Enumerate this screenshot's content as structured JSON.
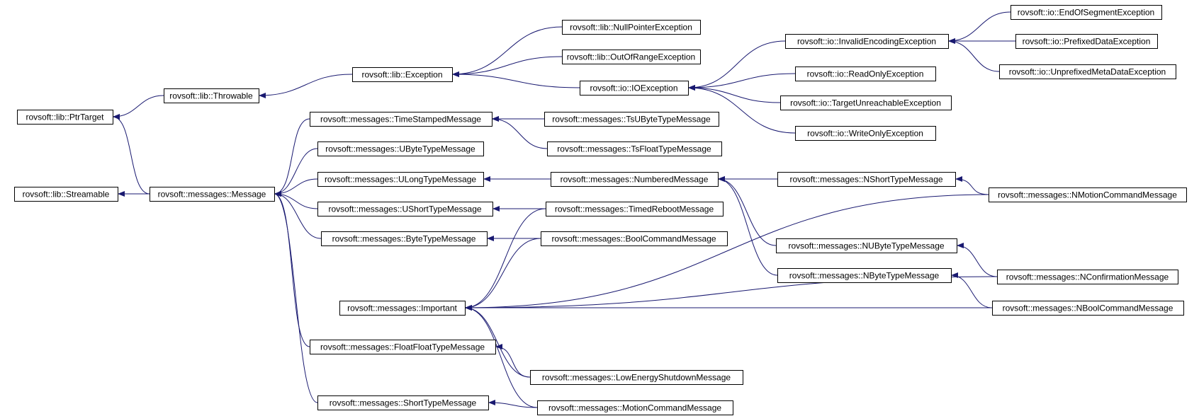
{
  "colors": {
    "edge": "#191970",
    "node_border": "#000000",
    "node_fill": "#ffffff",
    "background": "#ffffff"
  },
  "nodes": {
    "ptr_target": "rovsoft::lib::PtrTarget",
    "streamable": "rovsoft::lib::Streamable",
    "throwable": "rovsoft::lib::Throwable",
    "exception": "rovsoft::lib::Exception",
    "null_pointer_exception": "rovsoft::lib::NullPointerException",
    "out_of_range_exception": "rovsoft::lib::OutOfRangeException",
    "io_exception": "rovsoft::io::IOException",
    "invalid_encoding_exception": "rovsoft::io::InvalidEncodingException",
    "end_of_segment_exception": "rovsoft::io::EndOfSegmentException",
    "prefixed_data_exception": "rovsoft::io::PrefixedDataException",
    "unprefixed_meta_data_exception": "rovsoft::io::UnprefixedMetaDataException",
    "read_only_exception": "rovsoft::io::ReadOnlyException",
    "target_unreachable_exception": "rovsoft::io::TargetUnreachableException",
    "write_only_exception": "rovsoft::io::WriteOnlyException",
    "message": "rovsoft::messages::Message",
    "time_stamped_message": "rovsoft::messages::TimeStampedMessage",
    "ts_ubyte_type_message": "rovsoft::messages::TsUByteTypeMessage",
    "ts_float_type_message": "rovsoft::messages::TsFloatTypeMessage",
    "ubyte_type_message": "rovsoft::messages::UByteTypeMessage",
    "ulong_type_message": "rovsoft::messages::ULongTypeMessage",
    "numbered_message": "rovsoft::messages::NumberedMessage",
    "nshort_type_message": "rovsoft::messages::NShortTypeMessage",
    "nmotion_command_message": "rovsoft::messages::NMotionCommandMessage",
    "ushort_type_message": "rovsoft::messages::UShortTypeMessage",
    "timed_reboot_message": "rovsoft::messages::TimedRebootMessage",
    "byte_type_message": "rovsoft::messages::ByteTypeMessage",
    "bool_command_message": "rovsoft::messages::BoolCommandMessage",
    "nubyte_type_message": "rovsoft::messages::NUByteTypeMessage",
    "nbyte_type_message": "rovsoft::messages::NByteTypeMessage",
    "nconfirmation_message": "rovsoft::messages::NConfirmationMessage",
    "important": "rovsoft::messages::Important",
    "nbool_command_message": "rovsoft::messages::NBoolCommandMessage",
    "float_float_type_message": "rovsoft::messages::FloatFloatTypeMessage",
    "low_energy_shutdown_message": "rovsoft::messages::LowEnergyShutdownMessage",
    "short_type_message": "rovsoft::messages::ShortTypeMessage",
    "motion_command_message": "rovsoft::messages::MotionCommandMessage"
  },
  "edges": [
    [
      "throwable",
      "ptr_target"
    ],
    [
      "message",
      "ptr_target"
    ],
    [
      "message",
      "streamable"
    ],
    [
      "exception",
      "throwable"
    ],
    [
      "null_pointer_exception",
      "exception"
    ],
    [
      "out_of_range_exception",
      "exception"
    ],
    [
      "io_exception",
      "exception"
    ],
    [
      "invalid_encoding_exception",
      "io_exception"
    ],
    [
      "read_only_exception",
      "io_exception"
    ],
    [
      "target_unreachable_exception",
      "io_exception"
    ],
    [
      "write_only_exception",
      "io_exception"
    ],
    [
      "end_of_segment_exception",
      "invalid_encoding_exception"
    ],
    [
      "prefixed_data_exception",
      "invalid_encoding_exception"
    ],
    [
      "unprefixed_meta_data_exception",
      "invalid_encoding_exception"
    ],
    [
      "time_stamped_message",
      "message"
    ],
    [
      "ubyte_type_message",
      "message"
    ],
    [
      "ulong_type_message",
      "message"
    ],
    [
      "ushort_type_message",
      "message"
    ],
    [
      "byte_type_message",
      "message"
    ],
    [
      "float_float_type_message",
      "message"
    ],
    [
      "short_type_message",
      "message"
    ],
    [
      "ts_ubyte_type_message",
      "time_stamped_message"
    ],
    [
      "ts_float_type_message",
      "time_stamped_message"
    ],
    [
      "numbered_message",
      "ulong_type_message"
    ],
    [
      "timed_reboot_message",
      "ushort_type_message"
    ],
    [
      "bool_command_message",
      "byte_type_message"
    ],
    [
      "low_energy_shutdown_message",
      "float_float_type_message"
    ],
    [
      "motion_command_message",
      "short_type_message"
    ],
    [
      "nshort_type_message",
      "numbered_message"
    ],
    [
      "nubyte_type_message",
      "numbered_message"
    ],
    [
      "nbyte_type_message",
      "numbered_message"
    ],
    [
      "nmotion_command_message",
      "nshort_type_message"
    ],
    [
      "nconfirmation_message",
      "nubyte_type_message"
    ],
    [
      "nbool_command_message",
      "nbyte_type_message"
    ],
    [
      "timed_reboot_message",
      "important"
    ],
    [
      "bool_command_message",
      "important"
    ],
    [
      "low_energy_shutdown_message",
      "important"
    ],
    [
      "motion_command_message",
      "important"
    ],
    [
      "nmotion_command_message",
      "important"
    ],
    [
      "nconfirmation_message",
      "important"
    ],
    [
      "nbool_command_message",
      "important"
    ]
  ]
}
